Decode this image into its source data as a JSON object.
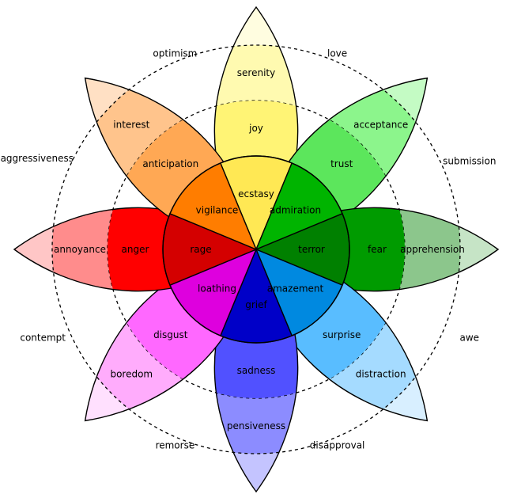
{
  "petals": [
    {
      "name": "north",
      "emotions": [
        {
          "label": "ecstasy",
          "color": "#ffe854"
        },
        {
          "label": "joy",
          "color": "#fff475"
        },
        {
          "label": "serenity",
          "color": "#fffab0"
        },
        {
          "label": "",
          "color": "#fffde0"
        }
      ]
    },
    {
      "name": "north-east",
      "emotions": [
        {
          "label": "admiration",
          "color": "#00b400"
        },
        {
          "label": "trust",
          "color": "#5ce65c"
        },
        {
          "label": "acceptance",
          "color": "#8cf58c"
        },
        {
          "label": "",
          "color": "#c4fbc4"
        }
      ]
    },
    {
      "name": "east",
      "emotions": [
        {
          "label": "terror",
          "color": "#008000"
        },
        {
          "label": "fear",
          "color": "#009b00"
        },
        {
          "label": "apprehension",
          "color": "#8cc68c"
        },
        {
          "label": "",
          "color": "#c6e4c6"
        }
      ]
    },
    {
      "name": "south-east",
      "emotions": [
        {
          "label": "amazement",
          "color": "#0089e0"
        },
        {
          "label": "surprise",
          "color": "#59bdff"
        },
        {
          "label": "distraction",
          "color": "#a5dbff"
        },
        {
          "label": "",
          "color": "#d8efff"
        }
      ]
    },
    {
      "name": "south",
      "emotions": [
        {
          "label": "grief",
          "color": "#0000c8"
        },
        {
          "label": "sadness",
          "color": "#5151ff"
        },
        {
          "label": "pensiveness",
          "color": "#8c8cff"
        },
        {
          "label": "",
          "color": "#c4c4ff"
        }
      ]
    },
    {
      "name": "south-west",
      "emotions": [
        {
          "label": "loathing",
          "color": "#de00de"
        },
        {
          "label": "disgust",
          "color": "#ff68ff"
        },
        {
          "label": "boredom",
          "color": "#ffacfc"
        },
        {
          "label": "",
          "color": "#ffe0fe"
        }
      ]
    },
    {
      "name": "west",
      "emotions": [
        {
          "label": "rage",
          "color": "#d40000"
        },
        {
          "label": "anger",
          "color": "#ff0000"
        },
        {
          "label": "annoyance",
          "color": "#ff8c8c"
        },
        {
          "label": "",
          "color": "#ffc6c6"
        }
      ]
    },
    {
      "name": "north-west",
      "emotions": [
        {
          "label": "vigilance",
          "color": "#ff7d00"
        },
        {
          "label": "anticipation",
          "color": "#ffa854"
        },
        {
          "label": "interest",
          "color": "#ffc48c"
        },
        {
          "label": "",
          "color": "#ffe0c4"
        }
      ]
    }
  ],
  "dyads": [
    {
      "label": "optimism"
    },
    {
      "label": "love"
    },
    {
      "label": "submission"
    },
    {
      "label": "awe"
    },
    {
      "label": "disapproval"
    },
    {
      "label": "remorse"
    },
    {
      "label": "contempt"
    },
    {
      "label": "aggressiveness"
    }
  ]
}
